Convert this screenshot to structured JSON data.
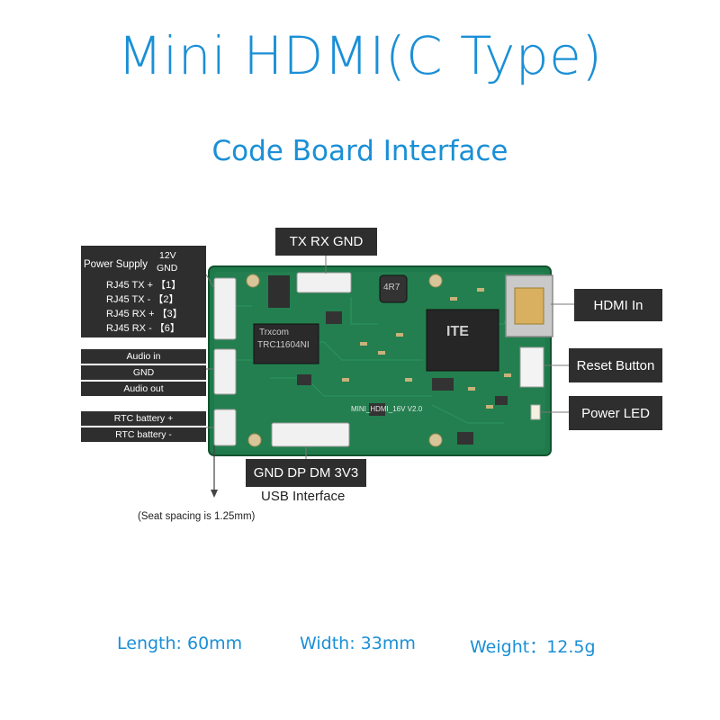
{
  "title": "Mini HDMI(C Type)",
  "subtitle": "Code Board Interface",
  "labels": {
    "tx_rx_gnd": "TX RX GND",
    "hdmi_in": "HDMI In",
    "reset_button": "Reset Button",
    "power_led": "Power LED",
    "gnd_dp_dm": "GND DP DM 3V3",
    "usb_interface": "USB Interface",
    "seat_spacing": "(Seat spacing is 1.25mm)"
  },
  "power_box": {
    "supply": "Power Supply",
    "v12": "12V",
    "gnd": "GND",
    "rj45": [
      {
        "name": "RJ45 TX +",
        "pin": "【1】"
      },
      {
        "name": "RJ45 TX  -",
        "pin": "【2】"
      },
      {
        "name": "RJ45 RX +",
        "pin": "【3】"
      },
      {
        "name": "RJ45 RX  -",
        "pin": "【6】"
      }
    ]
  },
  "audio": [
    "Audio in",
    "GND",
    "Audio out"
  ],
  "rtc": [
    "RTC battery +",
    "RTC battery -"
  ],
  "board": {
    "chip1_brand": "Trxcom",
    "chip1_model": "TRC11604NI",
    "chip2_brand": "ITE",
    "inductor": "4R7",
    "silk": "MINI_HDMI_16V  V2.0"
  },
  "specs": {
    "length": "Length:  60mm",
    "width": "Width:  33mm",
    "weight": "Weight：12.5g"
  }
}
